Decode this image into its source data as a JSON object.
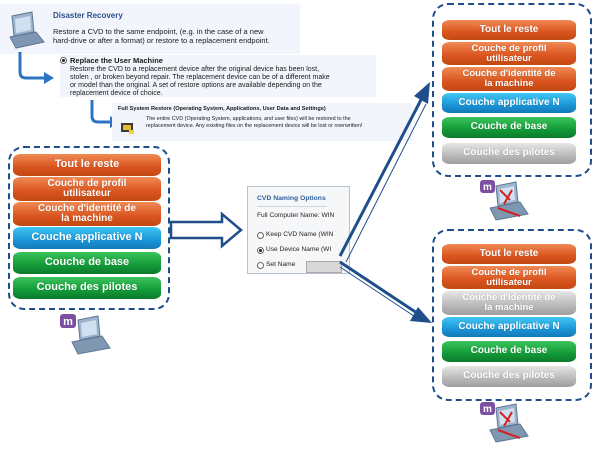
{
  "info": {
    "disaster": {
      "title": "Disaster Recovery",
      "line1": "Restore a CVD  to the same endpoint, (e.g. in the case of a new",
      "line2": "hard-drive or after a format) or restore to a replacement endpoint."
    },
    "replace": {
      "title": "Replace the User Machine",
      "lines": [
        "Restore the CVD to a replacement device after the original device has been lost,",
        "stolen , or broken beyond repair. The replacement device can be of a different make",
        "or model than the original. A set of restore options are available depending on the",
        "replacement device of choice."
      ]
    },
    "full": {
      "title": "Full System Restore (Operating System, Applications, User Data and Settings)",
      "line1": "The entire CVD (Operating System, applications, and user files) will be restored to the",
      "line2": "replacement device. Any existing files  on the replacement device will be lost or overwritten!"
    }
  },
  "left_stack": [
    "Tout le reste",
    "Couche de profil utilisateur",
    "Couche d'identité de la machine",
    "Couche applicative N",
    "Couche de base",
    "Couche des pilotes"
  ],
  "top_right_stack": [
    "Tout le reste",
    "Couche de profil utilisateur",
    "Couche d'identité de la machine",
    "Couche applicative N",
    "Couche de base",
    "Couche des pilotes"
  ],
  "bottom_right_stack": [
    "Tout le reste",
    "Couche de profil utilisateur",
    "Couche d'identité de la machine",
    "Couche applicative N",
    "Couche de base",
    "Couche des pilotes"
  ],
  "dialog": {
    "title": "CVD Naming Options",
    "full_name": "Full Computer Name: WIN",
    "keep": "Keep CVD Name (WIN",
    "use_device": "Use Device Name (WI",
    "set_name": "Set Name"
  },
  "colors": {
    "orange": "#d9541e",
    "blue": "#1b95d8",
    "green": "#139a38",
    "silver": "#b9b9b9",
    "border": "#1f4e8a"
  },
  "icons": [
    "laptop-icon",
    "arrow-down-right-icon",
    "radio-icon",
    "disk-icon",
    "m-laptop-icon",
    "m-laptop-broken-icon"
  ]
}
